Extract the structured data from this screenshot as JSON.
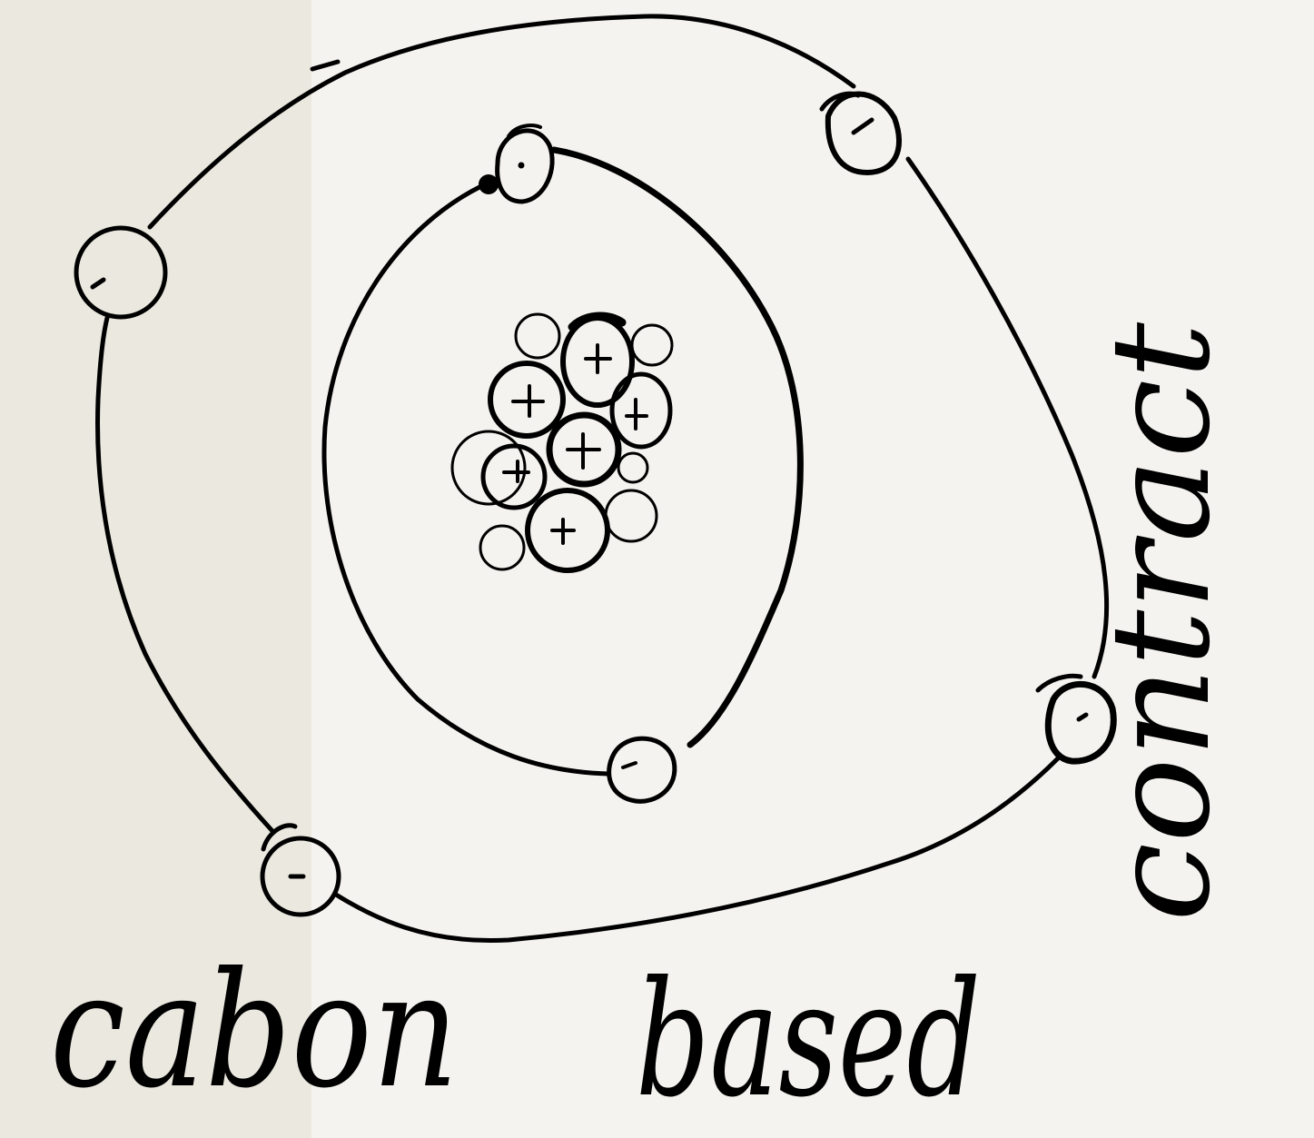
{
  "diagram": {
    "kind": "bohr-atom-sketch",
    "ink_color": "#000000",
    "paper_color": "#f4f3ef",
    "left_band_color": "#ebe8df",
    "electron_sign": "-",
    "proton_sign": "+",
    "shells": [
      {
        "name": "inner-shell",
        "electron_count": 2
      },
      {
        "name": "outer-shell",
        "electron_count": 4
      }
    ],
    "nucleus": {
      "proton_count": 6,
      "neutron_count": 6
    }
  },
  "labels": {
    "bottom_left": "cabon",
    "bottom_middle": "based",
    "right_vertical": "contract"
  }
}
